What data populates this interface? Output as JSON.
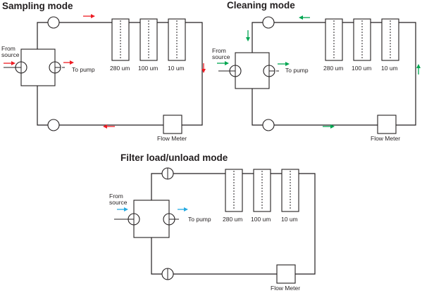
{
  "diagrams": [
    {
      "title": "Sampling mode",
      "labels": {
        "from_source": [
          "From",
          "source"
        ],
        "to_pump": "To pump",
        "flow_meter": "Flow Meter"
      },
      "filters": [
        "280 um",
        "100 um",
        "10 um"
      ],
      "arrow_color": "#ed1c24"
    },
    {
      "title": "Cleaning  mode",
      "labels": {
        "from_source": [
          "From",
          "source"
        ],
        "to_pump": "To pump",
        "flow_meter": "Flow Meter"
      },
      "filters": [
        "280 um",
        "100 um",
        "10 um"
      ],
      "arrow_color": "#00a651"
    },
    {
      "title": "Filter load/unload mode",
      "labels": {
        "from_source": [
          "From",
          "source"
        ],
        "to_pump": "To pump",
        "flow_meter": "Flow Meter"
      },
      "filters": [
        "280 um",
        "100 um",
        "10 um"
      ],
      "arrow_color": "#27aae1"
    }
  ],
  "colors": {
    "line": "#231f20",
    "sampling_arrows": "#ed1c24",
    "cleaning_arrows": "#00a651",
    "load_arrows": "#27aae1"
  }
}
